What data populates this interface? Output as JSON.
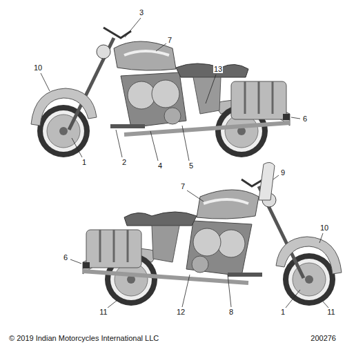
{
  "diagram": {
    "labels": [
      "3",
      "7",
      "10",
      "13",
      "6",
      "1",
      "2",
      "4",
      "5",
      "9",
      "7",
      "6",
      "10",
      "11",
      "12",
      "8",
      "1",
      "11",
      "© 2019 Indian Motorcycles International LLC",
      "200276"
    ]
  }
}
